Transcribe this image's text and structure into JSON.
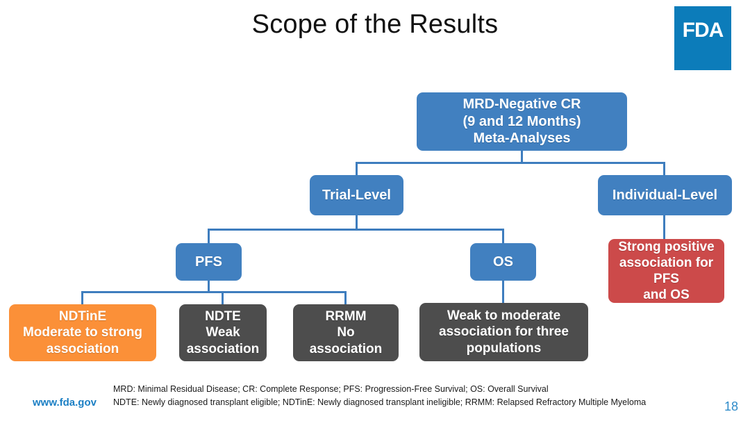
{
  "slide": {
    "title": "Scope of the Results",
    "page_number": "18",
    "logo": {
      "name": "fda-logo",
      "text": "FDA",
      "color": "#0C7CBA"
    }
  },
  "colors": {
    "blue": "#4180C0",
    "orange": "#FB9038",
    "gray": "#4D4D4D",
    "red": "#CC4A4A",
    "connector": "#3E7DBE",
    "link_blue": "#1B7FC4"
  },
  "diagram": {
    "type": "tree",
    "nodes": {
      "root": {
        "id": "mrd-negative-cr",
        "color": "blue",
        "lines": [
          "MRD-Negative CR",
          "(9 and 12 Months)",
          "Meta-Analyses"
        ]
      },
      "trial_level": {
        "id": "trial-level",
        "color": "blue",
        "lines": [
          "Trial-Level"
        ]
      },
      "individual_level": {
        "id": "individual-level",
        "color": "blue",
        "lines": [
          "Individual-Level"
        ]
      },
      "pfs": {
        "id": "pfs",
        "color": "blue",
        "lines": [
          "PFS"
        ]
      },
      "os": {
        "id": "os",
        "color": "blue",
        "lines": [
          "OS"
        ]
      },
      "strong_positive": {
        "id": "strong-positive-association",
        "color": "red",
        "lines": [
          "Strong positive",
          "association for",
          "PFS",
          "and OS"
        ]
      },
      "ndtine": {
        "id": "ndtine-result",
        "color": "orange",
        "lines": [
          "NDTinE",
          "Moderate to strong",
          "association"
        ]
      },
      "ndte": {
        "id": "ndte-result",
        "color": "gray",
        "lines": [
          "NDTE",
          "Weak",
          "association"
        ]
      },
      "rrmm": {
        "id": "rrmm-result",
        "color": "gray",
        "lines": [
          "RRMM",
          "No",
          "association"
        ]
      },
      "weak_moderate": {
        "id": "weak-to-moderate-association",
        "color": "gray",
        "lines": [
          "Weak to moderate",
          "association for three",
          "populations"
        ]
      }
    },
    "edges": [
      {
        "from": "root",
        "to": "trial_level"
      },
      {
        "from": "root",
        "to": "individual_level"
      },
      {
        "from": "trial_level",
        "to": "pfs"
      },
      {
        "from": "trial_level",
        "to": "os"
      },
      {
        "from": "pfs",
        "to": "ndtine"
      },
      {
        "from": "pfs",
        "to": "ndte"
      },
      {
        "from": "pfs",
        "to": "rrmm"
      },
      {
        "from": "os",
        "to": "weak_moderate"
      },
      {
        "from": "individual_level",
        "to": "strong_positive"
      }
    ]
  },
  "footer": {
    "url": "www.fda.gov",
    "notes_line_1": "MRD: Minimal Residual Disease; CR: Complete Response; PFS: Progression-Free Survival; OS: Overall Survival",
    "notes_line_2": "NDTE: Newly diagnosed transplant eligible; NDTinE: Newly diagnosed transplant ineligible; RRMM: Relapsed Refractory Multiple Myeloma"
  }
}
